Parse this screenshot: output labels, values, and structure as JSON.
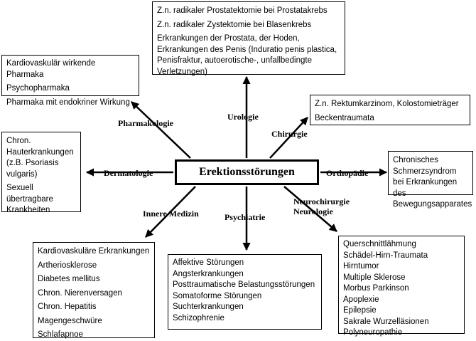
{
  "center": {
    "label": "Erektionsstörungen"
  },
  "categories": {
    "urologie": {
      "label": "Urologie",
      "items": [
        "Z.n. radikaler Prostatektomie bei Prostatakrebs",
        "Z.n. radikaler Zystektomie bei Blasenkrebs",
        "Erkrankungen der Prostata, der Hoden,",
        "Erkrankungen des Penis (Induratio penis plastica, Penisfraktur, autoerotische-, unfallbedingte Verletzungen)"
      ]
    },
    "pharmakologie": {
      "label": "Pharmakologie",
      "items": [
        "Kardiovaskulär wirkende Pharmaka",
        "Psychopharmaka",
        "Pharmaka mit endokriner Wirkung"
      ]
    },
    "chirurgie": {
      "label": "Chirurgie",
      "items": [
        "Z.n. Rektumkarzinom, Kolostomieträger",
        "Beckentraumata"
      ]
    },
    "dermatologie": {
      "label": "Dermatologie",
      "items": [
        "Chron. Hauterkrankungen (z.B. Psoriasis vulgaris)",
        "Sexuell übertragbare Krankheiten"
      ]
    },
    "orthopaedie": {
      "label": "Orthopädie",
      "items": [
        "Chronisches Schmerzsyndrom bei Erkrankungen des Bewegungsapparates"
      ]
    },
    "innere_medizin": {
      "label": "Innere Medizin",
      "items": [
        "Kardiovaskuläre Erkrankungen",
        "Artheriosklerose",
        "Diabetes mellitus",
        "Chron. Nierenversagen",
        "Chron. Hepatitis",
        "Magengeschwüre",
        "Schlafapnoe"
      ]
    },
    "psychiatrie": {
      "label": "Psychiatrie",
      "items": [
        "Affektive Störungen",
        "Angsterkrankungen",
        "Posttraumatische Belastungsstörungen",
        "Somatoforme Störungen",
        "Suchterkrankungen",
        "Schizophrenie"
      ]
    },
    "neuro": {
      "label_line1": "Neurochirurgie",
      "label_line2": "Neurologie",
      "items": [
        "Querschnittlähmung",
        "Schädel-Hirn-Traumata",
        "Hirntumor",
        "Multiple Sklerose",
        "Morbus Parkinson",
        "Apoplexie",
        "Epilepsie",
        "Sakrale Wurzelläsionen",
        "Polyneuropathie"
      ]
    }
  }
}
